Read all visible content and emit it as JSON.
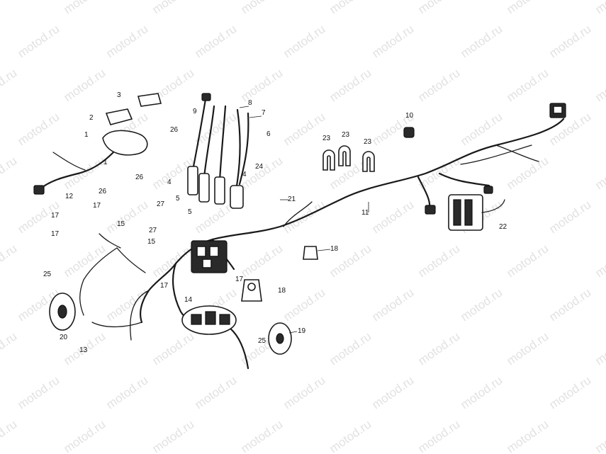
{
  "watermark": {
    "text": "motod.ru",
    "color": "#e2e2e2"
  },
  "callouts": [
    {
      "id": "c1",
      "text": "1"
    },
    {
      "id": "c2",
      "text": "2"
    },
    {
      "id": "c3",
      "text": "3"
    },
    {
      "id": "c1b",
      "text": "1"
    },
    {
      "id": "c9",
      "text": "9"
    },
    {
      "id": "c8",
      "text": "8"
    },
    {
      "id": "c7",
      "text": "7"
    },
    {
      "id": "c6",
      "text": "6"
    },
    {
      "id": "c10",
      "text": "10"
    },
    {
      "id": "c26a",
      "text": "26"
    },
    {
      "id": "c26b",
      "text": "26"
    },
    {
      "id": "c26c",
      "text": "26"
    },
    {
      "id": "c4a",
      "text": "4"
    },
    {
      "id": "c4b",
      "text": "4"
    },
    {
      "id": "c12",
      "text": "12"
    },
    {
      "id": "c24",
      "text": "24"
    },
    {
      "id": "c23a",
      "text": "23"
    },
    {
      "id": "c23b",
      "text": "23"
    },
    {
      "id": "c23c",
      "text": "23"
    },
    {
      "id": "c21",
      "text": "21"
    },
    {
      "id": "c11",
      "text": "11"
    },
    {
      "id": "c22",
      "text": "22"
    },
    {
      "id": "c17a",
      "text": "17"
    },
    {
      "id": "c17b",
      "text": "17"
    },
    {
      "id": "c17c",
      "text": "17"
    },
    {
      "id": "c17d",
      "text": "17"
    },
    {
      "id": "c17e",
      "text": "17"
    },
    {
      "id": "c27a",
      "text": "27"
    },
    {
      "id": "c27b",
      "text": "27"
    },
    {
      "id": "c5a",
      "text": "5"
    },
    {
      "id": "c5b",
      "text": "5"
    },
    {
      "id": "c15a",
      "text": "15"
    },
    {
      "id": "c15b",
      "text": "15"
    },
    {
      "id": "c18a",
      "text": "18"
    },
    {
      "id": "c18b",
      "text": "18"
    },
    {
      "id": "c25a",
      "text": "25"
    },
    {
      "id": "c25b",
      "text": "25"
    },
    {
      "id": "c14",
      "text": "14"
    },
    {
      "id": "c19",
      "text": "19"
    },
    {
      "id": "c20",
      "text": "20"
    },
    {
      "id": "c13",
      "text": "13"
    }
  ]
}
